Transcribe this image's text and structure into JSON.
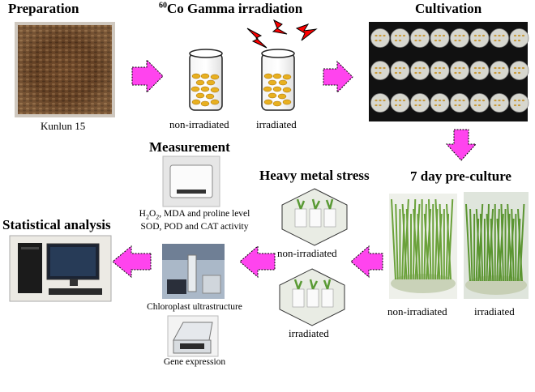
{
  "steps": {
    "preparation": {
      "heading": "Preparation",
      "caption": "Kunlun 15"
    },
    "irradiation": {
      "heading_sup": "60",
      "heading": "Co Gamma irradiation",
      "label_left": "non-irradiated",
      "label_right": "irradiated"
    },
    "cultivation": {
      "heading": "Cultivation"
    },
    "preculture": {
      "heading": "7 day pre-culture",
      "label_left": "non-irradiated",
      "label_right": "irradiated"
    },
    "heavy_metal": {
      "heading": "Heavy metal stress",
      "label_top": "non-irradiated",
      "label_bottom": "irradiated"
    },
    "measurement": {
      "heading": "Measurement",
      "line1_a": "H",
      "line1_sub1": "2",
      "line1_b": "O",
      "line1_sub2": "2",
      "line1_c": ", MDA and proline level",
      "line2": "SOD, POD and CAT activity",
      "caption_mid": "Chloroplast ultrastructure",
      "caption_bottom": "Gene expression"
    },
    "statistics": {
      "heading": "Statistical analysis"
    }
  },
  "colors": {
    "arrow": "#ff44ee",
    "lightning": "#ff0000",
    "seed": "#e8b020"
  }
}
